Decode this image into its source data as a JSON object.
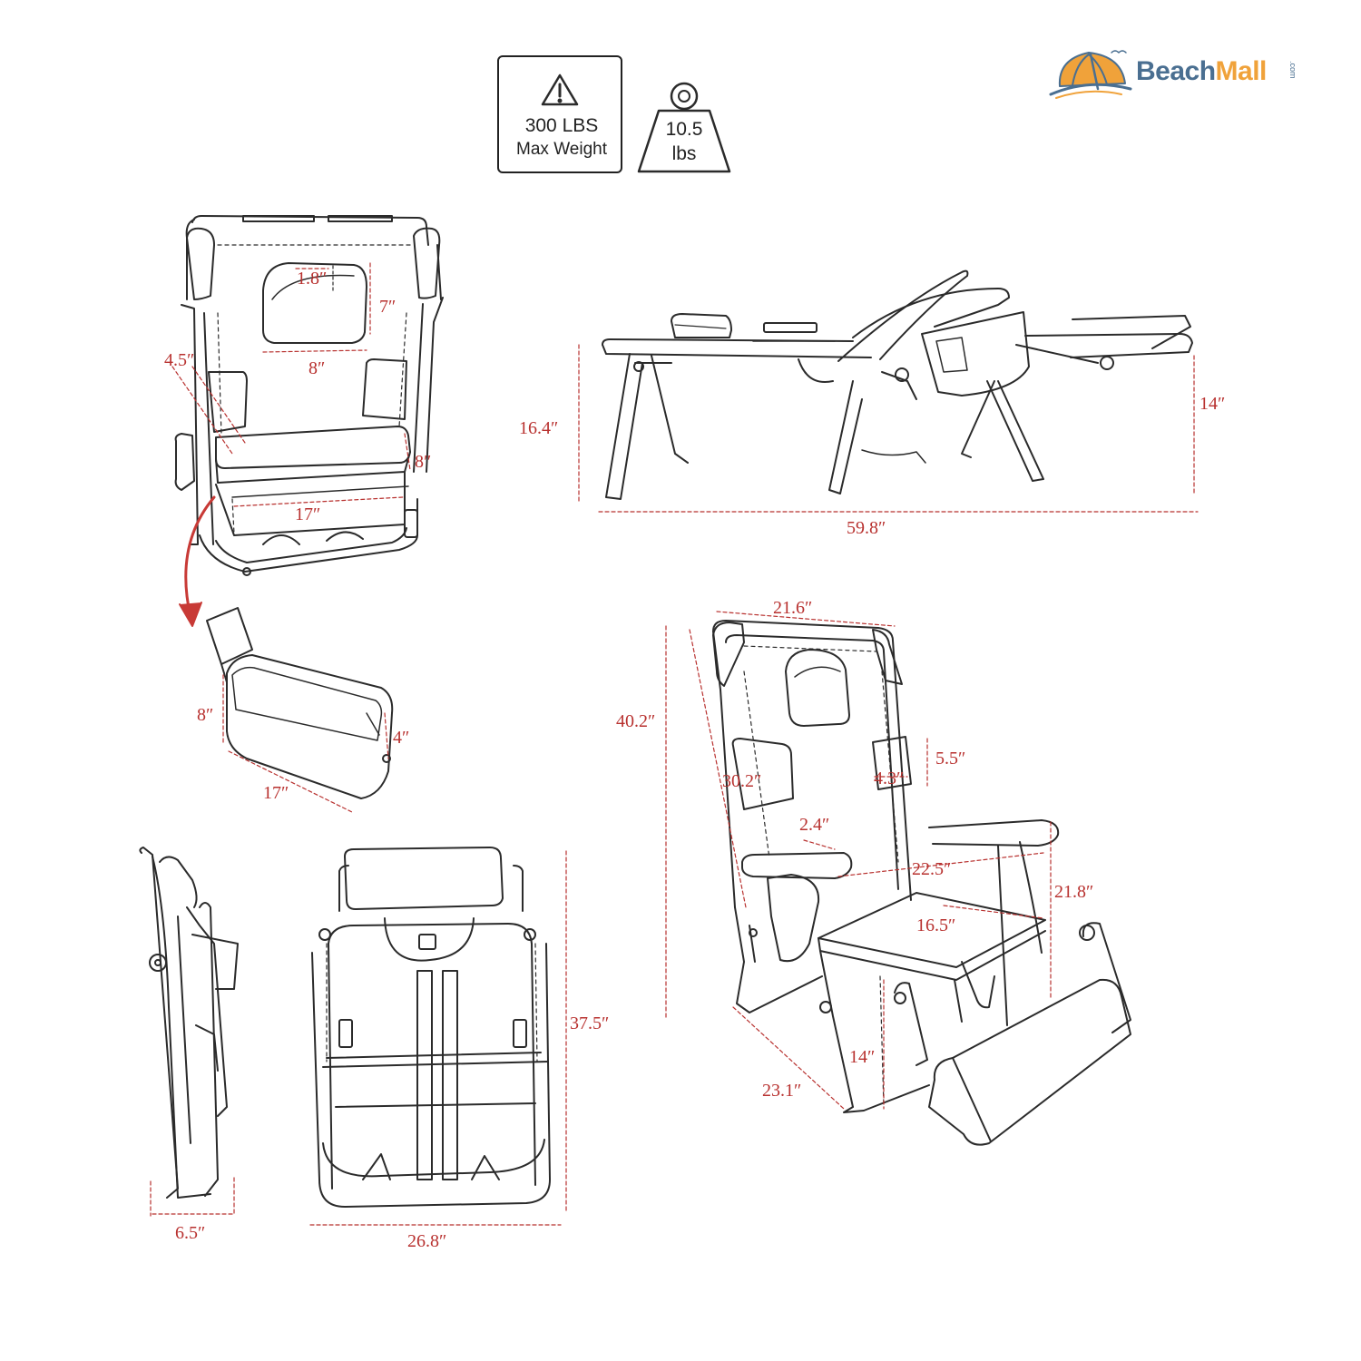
{
  "badges": {
    "max_weight_value": "300 LBS",
    "max_weight_label": "Max Weight",
    "weight_value": "10.5",
    "weight_unit": "lbs"
  },
  "brand": {
    "name_part1": "Beach",
    "name_part2": "Mall",
    "suffix": ".com"
  },
  "colors": {
    "line": "#2b2b2b",
    "dimension": "#b8312f",
    "brand_blue": "#4a6f91",
    "brand_orange": "#f0a23a"
  },
  "dimensions": {
    "headrest_depth": "1.8″",
    "headrest_height": "7″",
    "headrest_width": "8″",
    "side_strap": "4.5″",
    "cooler_slot_height": "8″",
    "cooler_slot_width": "17″",
    "lounge_height_back": "16.4″",
    "lounge_height_foot": "14″",
    "lounge_length": "59.8″",
    "cooler_height": "8″",
    "cooler_depth": "4″",
    "cooler_width": "17″",
    "folded_thickness": "6.5″",
    "folded_width": "26.8″",
    "folded_height": "37.5″",
    "chair_back_width": "21.6″",
    "chair_total_height": "40.2″",
    "chair_back_height": "30.2″",
    "pocket_height": "5.5″",
    "pocket_width": "4.3″",
    "armrest_width": "2.4″",
    "armrest_length": "22.5″",
    "arm_height": "21.8″",
    "seat_width": "16.5″",
    "seat_height": "14″",
    "chair_depth": "23.1″"
  }
}
